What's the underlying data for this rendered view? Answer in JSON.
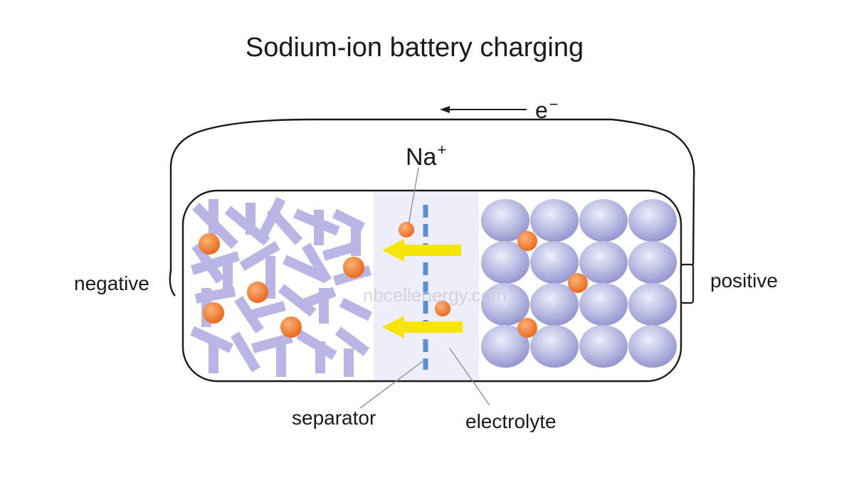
{
  "title": "Sodium-ion battery charging",
  "electron_symbol": "e",
  "electron_charge": "−",
  "ion_symbol": "Na",
  "ion_charge": "+",
  "labels": {
    "negative": "negative",
    "positive": "positive",
    "separator": "separator",
    "electrolyte": "electrolyte"
  },
  "watermark": "nbcellenergy.com",
  "colors": {
    "outline": "#1a1a1a",
    "anode_strands": "#b9b6e6",
    "cathode_spheres": "#a6a6d8",
    "ion": "#f07a2a",
    "ion_flow_arrow": "#f6e50a",
    "separator": "#5b8fd0",
    "electrolyte_band": "#eeeefa"
  }
}
